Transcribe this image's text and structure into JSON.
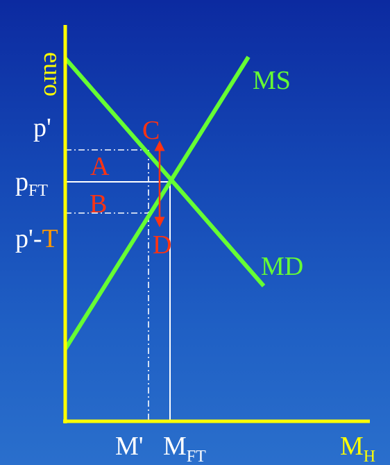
{
  "labels": {
    "y_axis": "euro",
    "x_axis_main": "M",
    "x_axis_sub": "H",
    "p_prime": "p'",
    "p_ft_main": "p",
    "p_ft_sub": "FT",
    "p_minus_main": "p'-",
    "p_minus_t": "T",
    "m_prime": "M'",
    "m_ft_main": "M",
    "m_ft_sub": "FT",
    "ms": "MS",
    "md": "MD",
    "area_a": "A",
    "area_b": "B",
    "point_c": "C",
    "point_d": "D"
  },
  "colors": {
    "axis": "#ffff00",
    "curve": "#66ff33",
    "guide": "#ffffff",
    "red_label": "#ff3311",
    "orange_t": "#ff9900",
    "curve_label": "#66ff33",
    "axis_label": "#ffff00",
    "price_label": "#ffffff",
    "arrow": "#ff3311"
  }
}
